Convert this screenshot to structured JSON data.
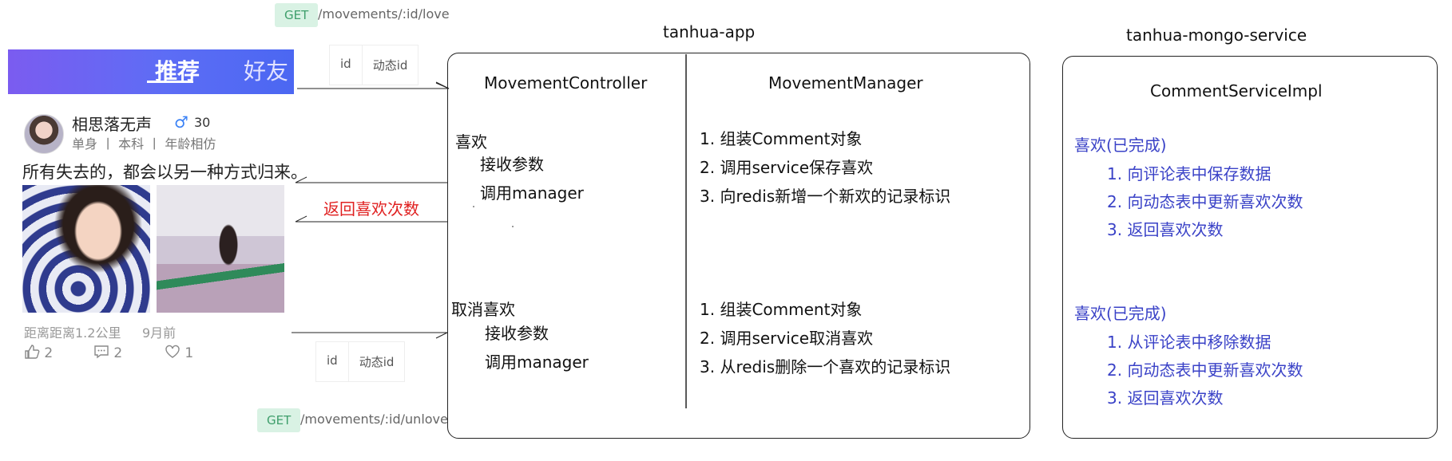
{
  "api": {
    "love": {
      "method": "GET",
      "path": "/movements/:id/love"
    },
    "unlove": {
      "method": "GET",
      "path": "/movements/:id/unlove"
    },
    "params_top": [
      "id",
      "动态id"
    ],
    "params_bottom": [
      "id",
      "动态id"
    ]
  },
  "phone": {
    "tab_active": "推荐",
    "tab_inactive": "好友",
    "user_name": "相思落无声",
    "gender_icon": "male-icon",
    "age": "30",
    "tags": "单身 丨 本科 丨 年龄相仿",
    "post_text": "所有失去的，都会以另一种方式归来。",
    "distance": "距离距离1.2公里",
    "time": "9月前",
    "likes": "2",
    "comments": "2",
    "loves": "1"
  },
  "return_label": "返回喜欢次数",
  "app": {
    "title": "tanhua-app",
    "controller": {
      "name": "MovementController",
      "love": {
        "title": "喜欢",
        "steps": [
          "接收参数",
          "调用manager"
        ]
      },
      "unlove": {
        "title": "取消喜欢",
        "steps": [
          "接收参数",
          "调用manager"
        ]
      }
    },
    "manager": {
      "name": "MovementManager",
      "love_steps": [
        "1. 组装Comment对象",
        "2. 调用service保存喜欢",
        "3. 向redis新增一个新欢的记录标识"
      ],
      "unlove_steps": [
        "1. 组装Comment对象",
        "2. 调用service取消喜欢",
        "3. 从redis删除一个喜欢的记录标识"
      ]
    }
  },
  "mongo": {
    "title": "tanhua-mongo-service",
    "impl": "CommentServiceImpl",
    "love": {
      "title": "喜欢(已完成)",
      "steps": [
        "1. 向评论表中保存数据",
        "2. 向动态表中更新喜欢次数",
        "3. 返回喜欢次数"
      ]
    },
    "unlove": {
      "title": "喜欢(已完成)",
      "steps": [
        "1. 从评论表中移除数据",
        "2. 向动态表中更新喜欢次数",
        "3. 返回喜欢次数"
      ]
    }
  },
  "colors": {
    "accent_blue": "#3a42c7",
    "return_red": "#e02020",
    "badge_green": "#3e9e6b"
  }
}
